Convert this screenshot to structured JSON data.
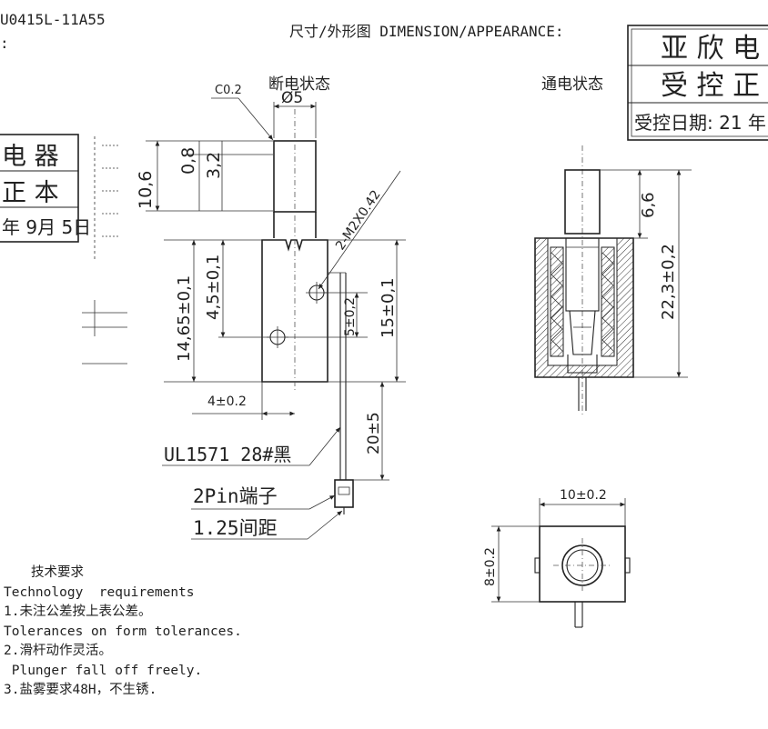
{
  "header": {
    "part_number": "U0415L-11A55",
    "colon": ":",
    "section_title": "尺寸/外形图 DIMENSION/APPEARANCE:"
  },
  "stamp_left": {
    "line1": "电 器",
    "line2": "正 本",
    "line3": "年 9月 5日"
  },
  "stamp_right": {
    "line1": "亚 欣 电",
    "line2": "受 控 正",
    "line3": "受控日期: 21 年"
  },
  "views": {
    "off_state_label": "断电状态",
    "on_state_label": "通电状态"
  },
  "dimensions": {
    "chamfer": "C0.2",
    "plunger_dia": "Ø5",
    "d_0_8": "0,8",
    "d_3_2": "3,2",
    "d_10_6": "10,6",
    "thread": "2-M2X0.42",
    "d_14_65": "14,65±0,1",
    "d_4_5": "4,5±0,1",
    "d_5": "5±0,2",
    "d_15": "15±0,1",
    "d_4": "4±0.2",
    "d_20": "20±5",
    "d_6_6": "6,6",
    "d_22_3": "22,3±0,2",
    "d_10": "10±0.2",
    "d_8": "8±0.2"
  },
  "callouts": {
    "wire": "UL1571 28#黑",
    "terminal": "2Pin端子",
    "pitch": "1.25间距"
  },
  "requirements": {
    "title": "技术要求",
    "title_en": "Technology  requirements",
    "item1_cn": "1.未注公差按上表公差。",
    "item1_en": "Tolerances on form tolerances.",
    "item2_cn": "2.滑杆动作灵活。",
    "item2_en": " Plunger fall off freely.",
    "item3_cn": "3.盐雾要求48H，不生锈."
  }
}
